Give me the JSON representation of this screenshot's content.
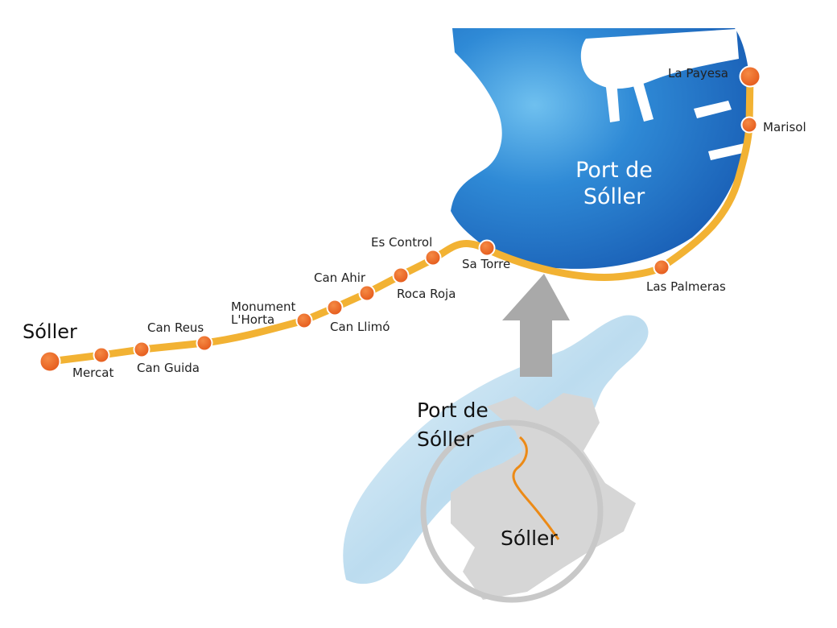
{
  "map": {
    "harbor_label_line1": "Port de",
    "harbor_label_line2": "Sóller",
    "terminal_west": "Sóller",
    "stops": {
      "mercat": "Mercat",
      "can_guida": "Can Guida",
      "can_reus": "Can Reus",
      "monument": "Monument",
      "lhorta": "L'Horta",
      "can_llimo": "Can Llimó",
      "can_ahir": "Can Ahir",
      "roca_roja": "Roca Roja",
      "es_control": "Es Control",
      "sa_torre": "Sa Torre",
      "las_palmeras": "Las Palmeras",
      "marisol": "Marisol",
      "la_payesa": "La Payesa"
    }
  },
  "inset": {
    "port_line1": "Port de",
    "port_line2": "Sóller",
    "town": "Sóller"
  },
  "colors": {
    "line": "#f2b233",
    "stop": "#ec6d22",
    "water": "#1f71c6",
    "land_inset": "#d8d8d8",
    "sea_inset": "#cfe6f3",
    "arrow": "#a9a9a9",
    "route_inset": "#ec8a16"
  }
}
